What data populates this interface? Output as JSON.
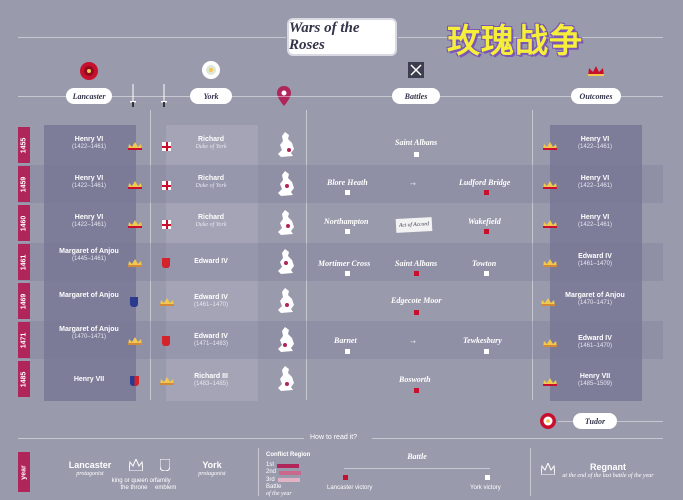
{
  "title": {
    "en": "Wars of the Roses",
    "cn": "玫瑰战争"
  },
  "headers": {
    "lancaster": "Lancaster",
    "york": "York",
    "battles": "Battles",
    "outcomes": "Outcomes"
  },
  "rows": [
    {
      "year": "1455",
      "lancaster": {
        "name": "Henry VI",
        "sub": "(1422–1461)"
      },
      "york": {
        "name": "Richard",
        "sub": "Duke of York"
      },
      "battles": [
        "Saint Albans"
      ],
      "outcome": {
        "name": "Henry VI",
        "sub": "(1422–1461)"
      }
    },
    {
      "year": "1459",
      "lancaster": {
        "name": "Henry VI",
        "sub": "(1422–1461)"
      },
      "york": {
        "name": "Richard",
        "sub": "Duke of York"
      },
      "battles": [
        "Blore Heath",
        "Ludford Bridge"
      ],
      "outcome": {
        "name": "Henry VI",
        "sub": "(1422–1461)"
      }
    },
    {
      "year": "1460",
      "lancaster": {
        "name": "Henry VI",
        "sub": "(1422–1461)"
      },
      "york": {
        "name": "Richard",
        "sub": "Duke of York"
      },
      "battles": [
        "Northampton",
        "Wakefield"
      ],
      "act": "Act of Accord",
      "outcome": {
        "name": "Henry VI",
        "sub": "(1422–1461)"
      }
    },
    {
      "year": "1461",
      "lancaster": {
        "name": "Margaret of Anjou",
        "sub": "(1445–1461)"
      },
      "york": {
        "name": "Edward IV",
        "sub": ""
      },
      "battles": [
        "Mortimer Cross",
        "Saint Albans",
        "Towton"
      ],
      "outcome": {
        "name": "Edward IV",
        "sub": "(1461–1470)"
      }
    },
    {
      "year": "1469",
      "lancaster": {
        "name": "Margaret of Anjou",
        "sub": ""
      },
      "york": {
        "name": "Edward IV",
        "sub": "(1461–1470)"
      },
      "battles": [
        "Edgecote Moor"
      ],
      "outcome": {
        "name": "Margaret of Anjou",
        "sub": "(1470–1471)"
      }
    },
    {
      "year": "1471",
      "lancaster": {
        "name": "Margaret of Anjou",
        "sub": "(1470–1471)"
      },
      "york": {
        "name": "Edward IV",
        "sub": "(1471–1483)"
      },
      "battles": [
        "Barnet",
        "Tewkesbury"
      ],
      "outcome": {
        "name": "Edward IV",
        "sub": "(1461–1470)"
      }
    },
    {
      "year": "1485",
      "lancaster": {
        "name": "Henry VII",
        "sub": ""
      },
      "york": {
        "name": "Richard III",
        "sub": "(1483–1485)"
      },
      "battles": [
        "Bosworth"
      ],
      "outcome": {
        "name": "Henry VII",
        "sub": "(1485–1509)"
      }
    }
  ],
  "tudor": "Tudor",
  "legend": {
    "title": "How to read it?",
    "year": "year",
    "lancaster": "Lancaster",
    "lancaster_sub": "protagonist",
    "king_queen": "king or queen on the throne",
    "family_emblem": "family emblem",
    "york": "York",
    "york_sub": "protagonist",
    "conflict_region": "Conflict Region",
    "region_1st": "1st",
    "region_2nd": "2nd",
    "region_3rd": "3rd",
    "battle_of_year": "Battle",
    "battle_of_year_sub": "of the year",
    "battle": "Battle",
    "lancaster_victory": "Lancaster victory",
    "york_victory": "York victory",
    "regnant": "Regnant",
    "regnant_sub": "at the end of the last battle of the year"
  },
  "colors": {
    "background": "#9a9aad",
    "year_tab": "#b0255a",
    "lancaster_red": "#c8102e",
    "cn_title": "#f5ee3a"
  }
}
